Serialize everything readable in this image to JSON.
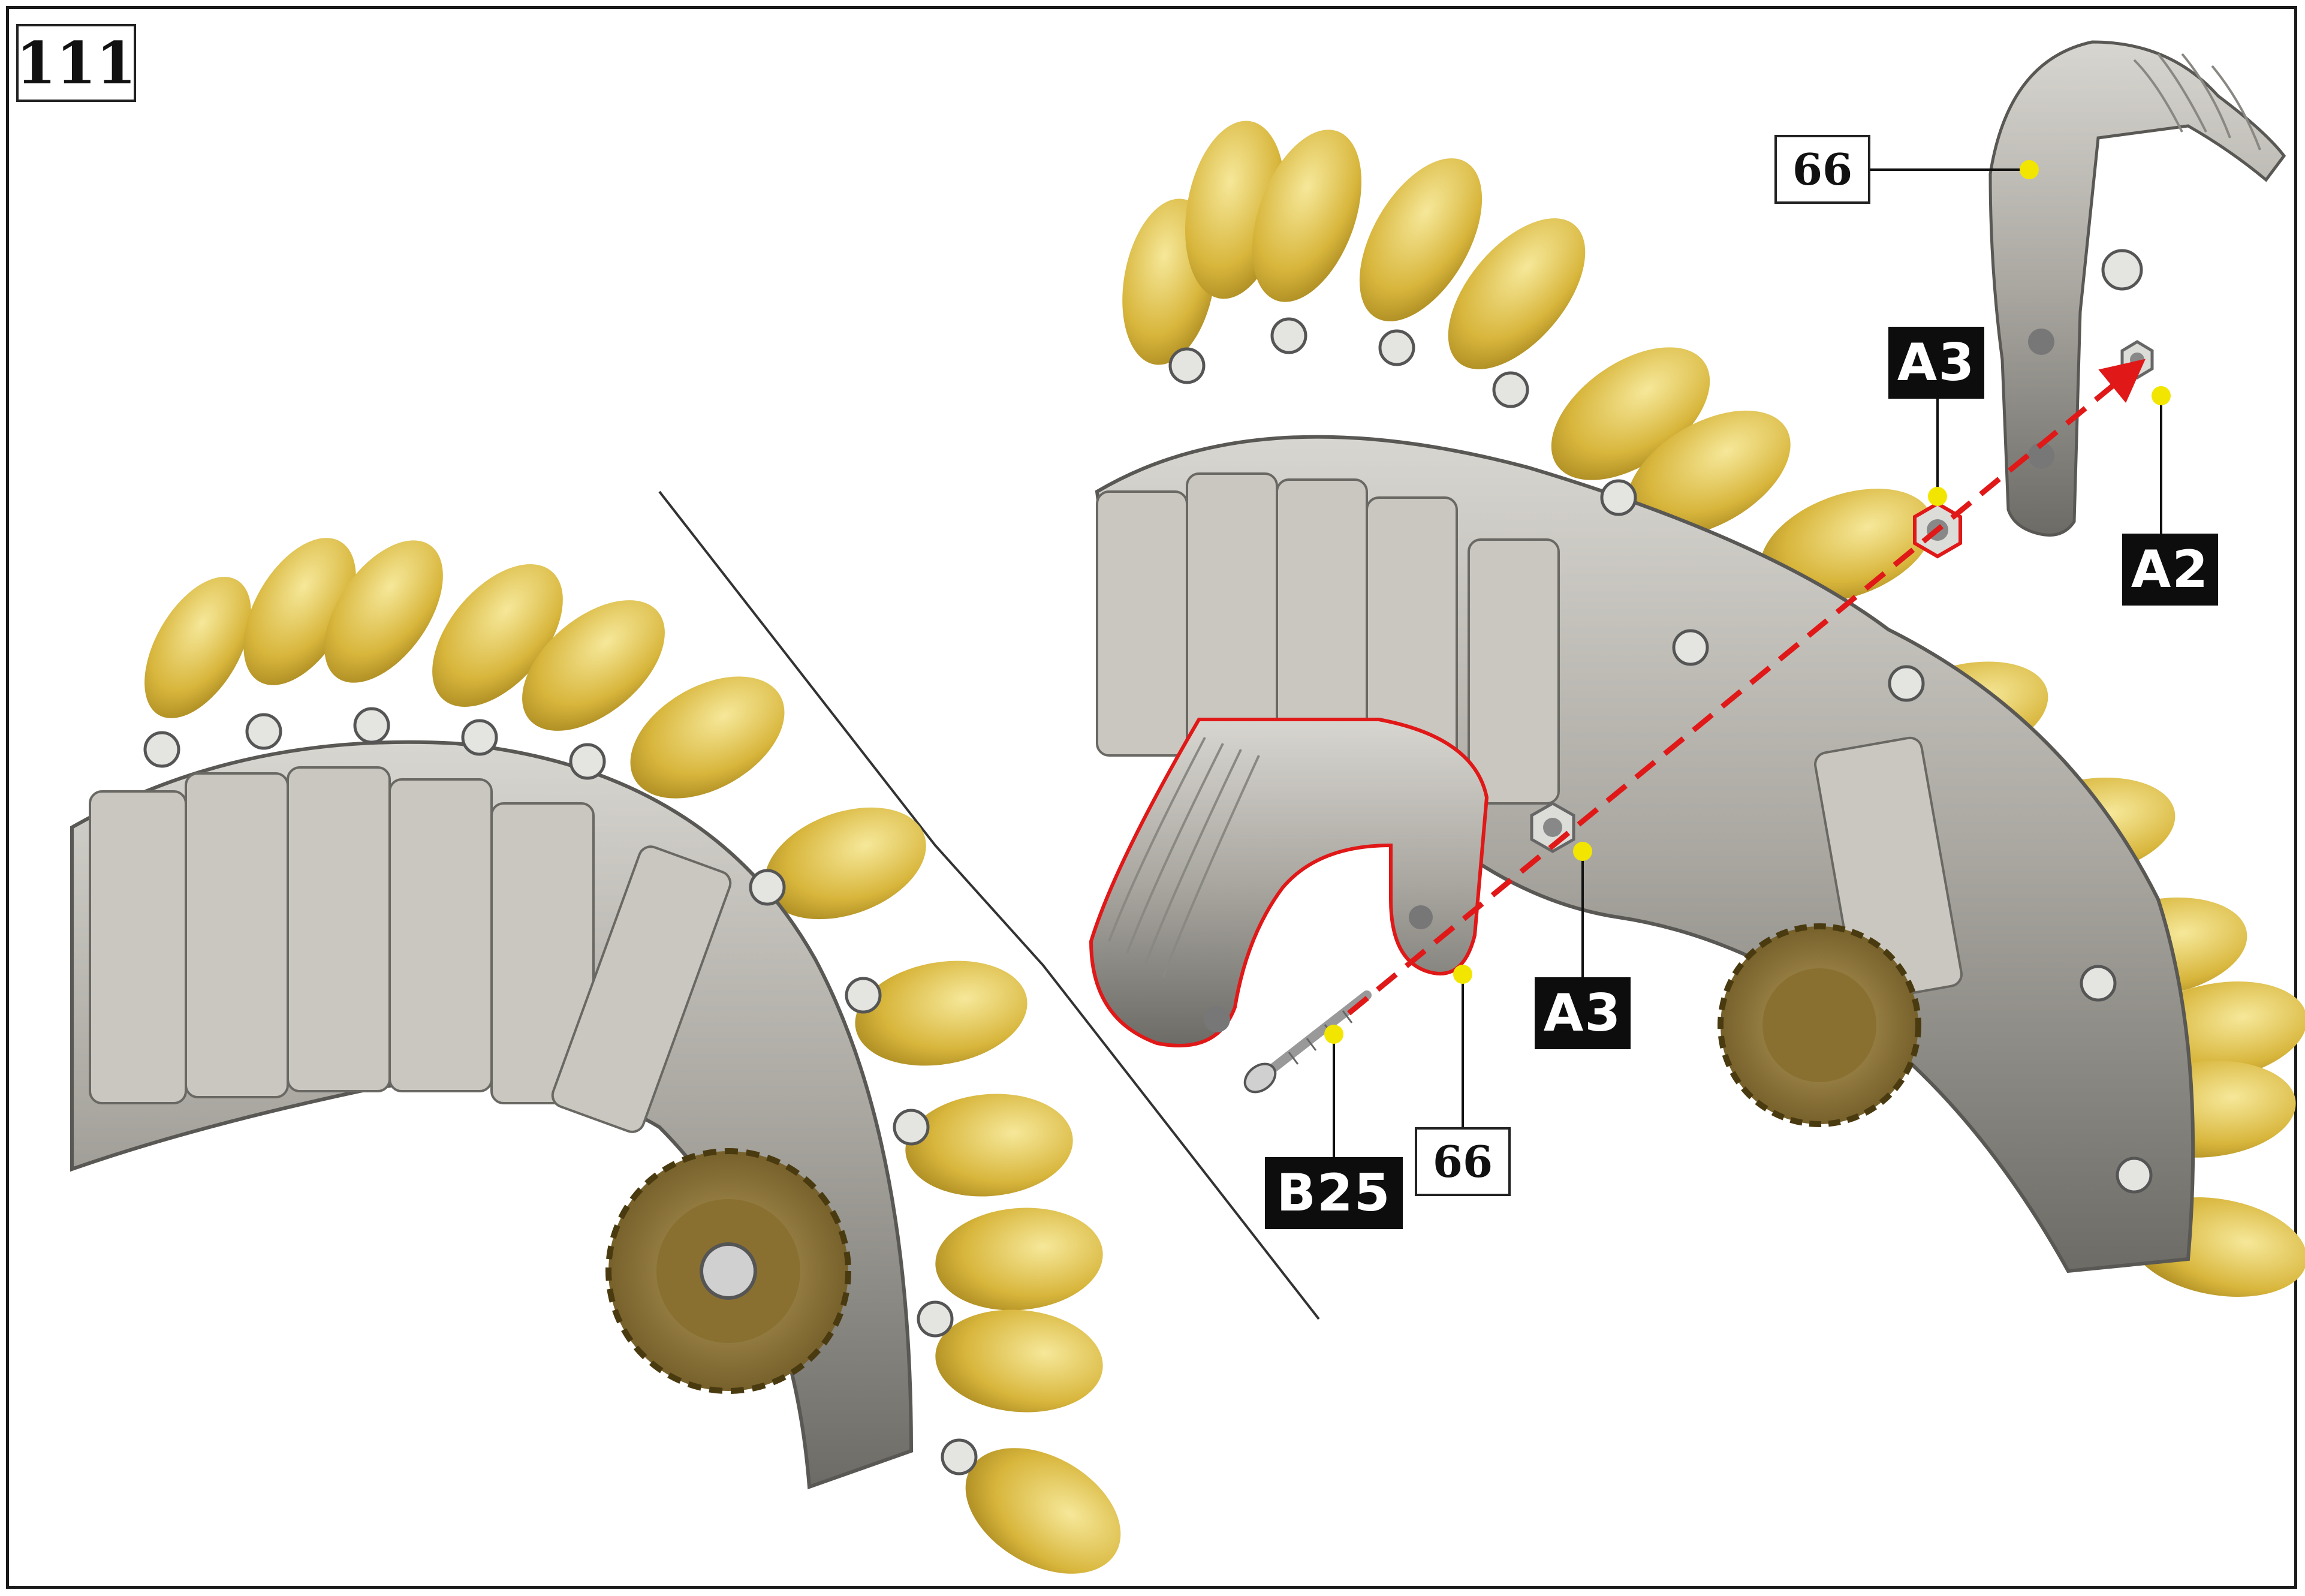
{
  "step": {
    "number": "111"
  },
  "labels": {
    "part_66_top": "66",
    "part_66_bottom": "66",
    "a3_top": "A3",
    "a3_bottom": "A3",
    "a2": "A2",
    "b25": "B25"
  },
  "colors": {
    "steel": "#a9a7a0",
    "steel_dark": "#6d6b66",
    "brass": "#d8b63c",
    "brass_light": "#f0dc80",
    "highlight_outline": "#e01818",
    "arrow": "#e01818",
    "pointer_dot": "#f2e600",
    "tag_bg": "#0d0d0d"
  },
  "illustrations": {
    "left_assembly": "assembled-tail-segment",
    "right_assembly": "exploded-tail-segment"
  }
}
